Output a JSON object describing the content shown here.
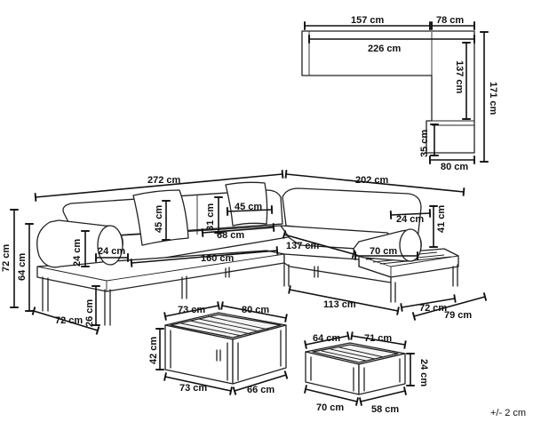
{
  "plan": {
    "d157": "157 cm",
    "d78": "78 cm",
    "d226": "226 cm",
    "d137": "137 cm",
    "d171": "171 cm",
    "d35": "35 cm",
    "d80": "80 cm"
  },
  "sofa": {
    "d272": "272 cm",
    "d202": "202 cm",
    "d72_height": "72 cm",
    "d64": "64 cm",
    "d45_cushion_left": "45 cm",
    "d31": "31 cm",
    "d45_cushion_right": "45 cm",
    "d68": "68 cm",
    "d24_right_bolster": "24 cm",
    "d41": "41 cm",
    "d24_bolster_height": "24 cm",
    "d24_bolster_width": "24 cm",
    "d160": "160 cm",
    "d137": "137 cm",
    "d70": "70 cm",
    "d26": "26 cm",
    "d72_depth_left": "72 cm",
    "d113": "113 cm",
    "d72_depth_right": "72 cm",
    "d79": "79 cm"
  },
  "table_large": {
    "top_width": "73 cm",
    "top_depth": "80 cm",
    "height": "42 cm",
    "bottom_width": "73 cm",
    "bottom_depth": "66 cm"
  },
  "table_small": {
    "top_width": "64 cm",
    "top_depth": "71 cm",
    "height": "24 cm",
    "bottom_width": "70 cm",
    "bottom_depth": "58 cm"
  },
  "tolerance": "+/- 2 cm"
}
